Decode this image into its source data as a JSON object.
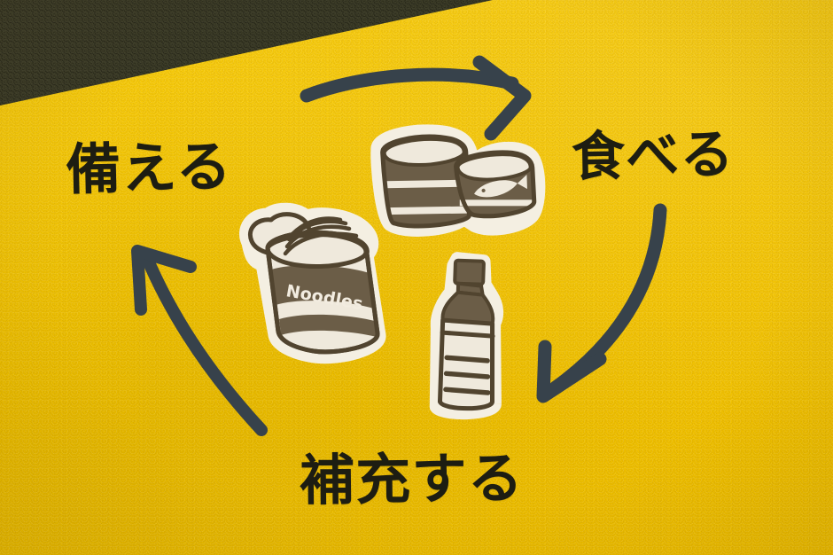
{
  "scene": {
    "title": "Rolling stock food cycle illustration",
    "background_color": "#f5c600",
    "corner_color": "#33331f",
    "ink_color": "#1d1d12",
    "arrow_color": "#37424b",
    "sticker_dark": "#6b5d47",
    "sticker_cream": "#efe9dc"
  },
  "labels": {
    "top_left": "備える",
    "top_right": "食べる",
    "bottom": "補充する"
  },
  "arrows": [
    {
      "name": "arrow-top-right",
      "direction": "right",
      "from": "備える",
      "to": "食べる"
    },
    {
      "name": "arrow-right-down",
      "direction": "down-left",
      "from": "食べる",
      "to": "補充する"
    },
    {
      "name": "arrow-left-up",
      "direction": "up-right",
      "from": "補充する",
      "to": "備える"
    }
  ],
  "stickers": [
    {
      "name": "canned-food",
      "label": "canned food with fish"
    },
    {
      "name": "cup-noodles",
      "label": "cup noodles",
      "text": "Noodles"
    },
    {
      "name": "water-bottle",
      "label": "plastic water bottle"
    }
  ]
}
